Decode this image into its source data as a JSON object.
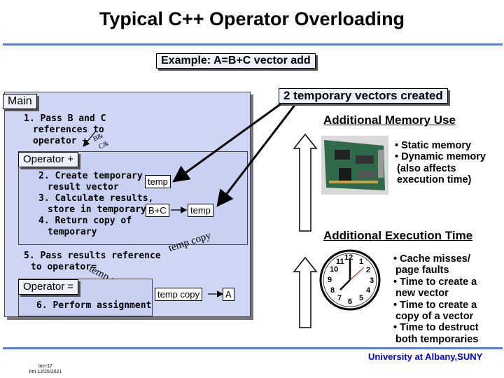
{
  "title": "Typical C++ Operator Overloading",
  "example_label": "Example: A=B+C vector add",
  "temp_vectors_label": "2 temporary vectors created",
  "main": {
    "label": "Main",
    "step1": [
      "1. Pass B and C",
      "references to",
      "operator +"
    ],
    "ref_b": "B&",
    "ref_c": "C&",
    "operator_plus_label": "Operator +",
    "steps_2_4": [
      "2. Create temporary",
      "result vector",
      "3. Calculate results,",
      "store in temporary",
      "4. Return copy of",
      "temporary"
    ],
    "step5": [
      "5. Pass results reference",
      "to operator="
    ],
    "temp_copy_ref": "temp copy &",
    "operator_assign_label": "Operator =",
    "step6": "6. Perform assignment"
  },
  "vectors": {
    "temp": "temp",
    "b_plus_c": "B+C",
    "temp2": "temp",
    "temp_copy_rotated": "temp copy",
    "temp_copy_box": "temp copy",
    "a": "A"
  },
  "memory": {
    "heading": "Additional Memory Use",
    "bullets": [
      "• Static memory",
      "• Dynamic memory",
      "(also affects",
      "execution time)"
    ]
  },
  "execution": {
    "heading": "Additional Execution Time",
    "bullets": [
      "• Cache misses/",
      "page faults",
      "• Time to create a",
      "new vector",
      "• Time to create a",
      "copy of a vector",
      "• Time to destruct",
      "both temporaries"
    ]
  },
  "footer": {
    "university": "University at Albany,SUNY",
    "slide_id": "lrm-17",
    "slide_date": "lrm 12/25/2021"
  },
  "clock": {
    "numbers": [
      "12",
      "1",
      "2",
      "3",
      "4",
      "5",
      "6",
      "7",
      "8",
      "9",
      "10",
      "11"
    ]
  },
  "colors": {
    "rule": "#5b7fd6",
    "panel": "#cfd6f4",
    "footer": "#0000cc",
    "board": "#2f6a4a"
  }
}
